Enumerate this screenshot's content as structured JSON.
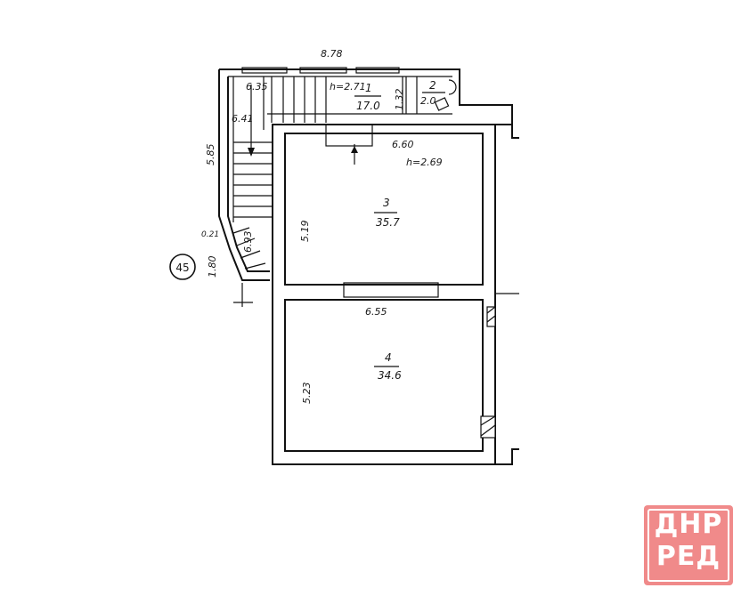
{
  "plan": {
    "dimensions": {
      "top_width": "8.78",
      "stair_length": "6.35",
      "height_room1": "h=2.71",
      "side_width": "1.32",
      "stair_depth": "6.41",
      "left_height": "5.85",
      "room3_width": "6.60",
      "height_room3": "h=2.69",
      "room3_height": "5.19",
      "bay_depth": "6.93",
      "bay_small": "0.21",
      "bay_length": "1.80",
      "room4_width": "6.55",
      "room4_height": "5.23"
    },
    "rooms": [
      {
        "number": "1",
        "area": "17.0"
      },
      {
        "number": "2",
        "area": "2.0"
      },
      {
        "number": "3",
        "area": "35.7"
      },
      {
        "number": "4",
        "area": "34.6"
      }
    ],
    "plot_number": "45"
  },
  "logo": {
    "line1": "ДНР",
    "line2": "РЕД",
    "color": "#f08a8a"
  }
}
